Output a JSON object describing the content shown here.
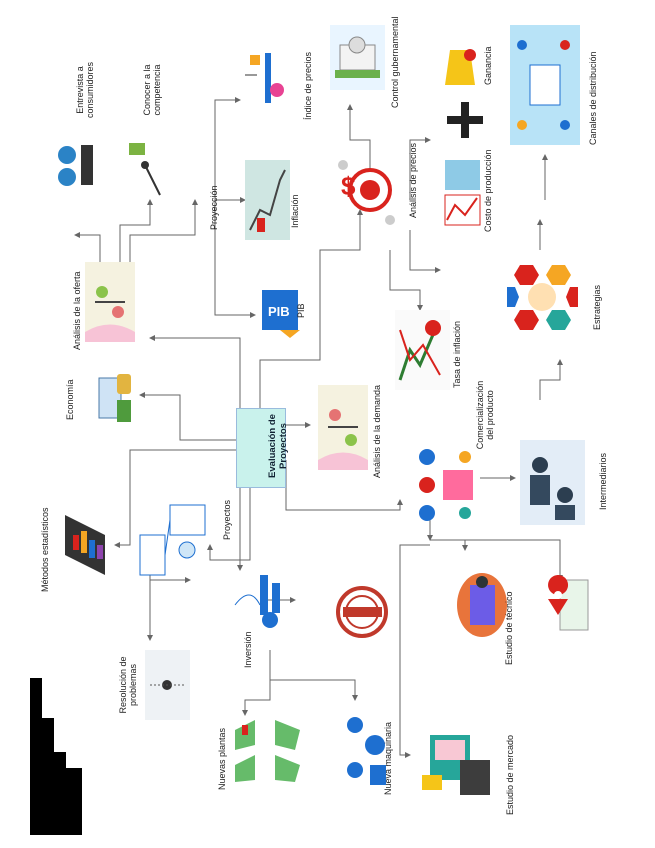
{
  "center": {
    "label": "Evaluación de Proyectos"
  },
  "nodes": {
    "economia": "Economía",
    "analisis_oferta": "Análisis de la oferta",
    "entrevista": "Entrevista a consumidores",
    "competencia": "Conocer a la competencia",
    "proyeccion": "Proyección",
    "inflacion": "Inflación",
    "pib": "PIB",
    "indice_precios": "Índice de precios",
    "control_gubernamental": "Control gubernamental",
    "analisis_precios": "Análisis de precios",
    "costo_produccion": "Costo de producción",
    "ganancia": "Ganancia",
    "canales": "Canales de distribución",
    "estrategias": "Estrategias",
    "tasa_inflacion": "Tasa de inflación",
    "analisis_demanda": "Análisis de la demanda",
    "comercializacion": "Comercialización del producto",
    "intermediarios": "Intermediarios",
    "metodos": "Métodos estadísticos",
    "proyectos": "Proyectos",
    "resolucion": "Resolución de problemas",
    "inversion": "Inversión",
    "nuevas_plantas": "Nuevas plantas",
    "nueva_maquinaria": "Nueva maquinaria",
    "estudio_tecnico": "Estudio de técnico",
    "estudio_mercado": "Estudio de mercado",
    "pib_icon_text": "PIB"
  },
  "colors": {
    "center_fill": "#c9f2ec",
    "accent_red": "#d9231d",
    "accent_blue": "#1e6fd0",
    "line": "#666666"
  }
}
